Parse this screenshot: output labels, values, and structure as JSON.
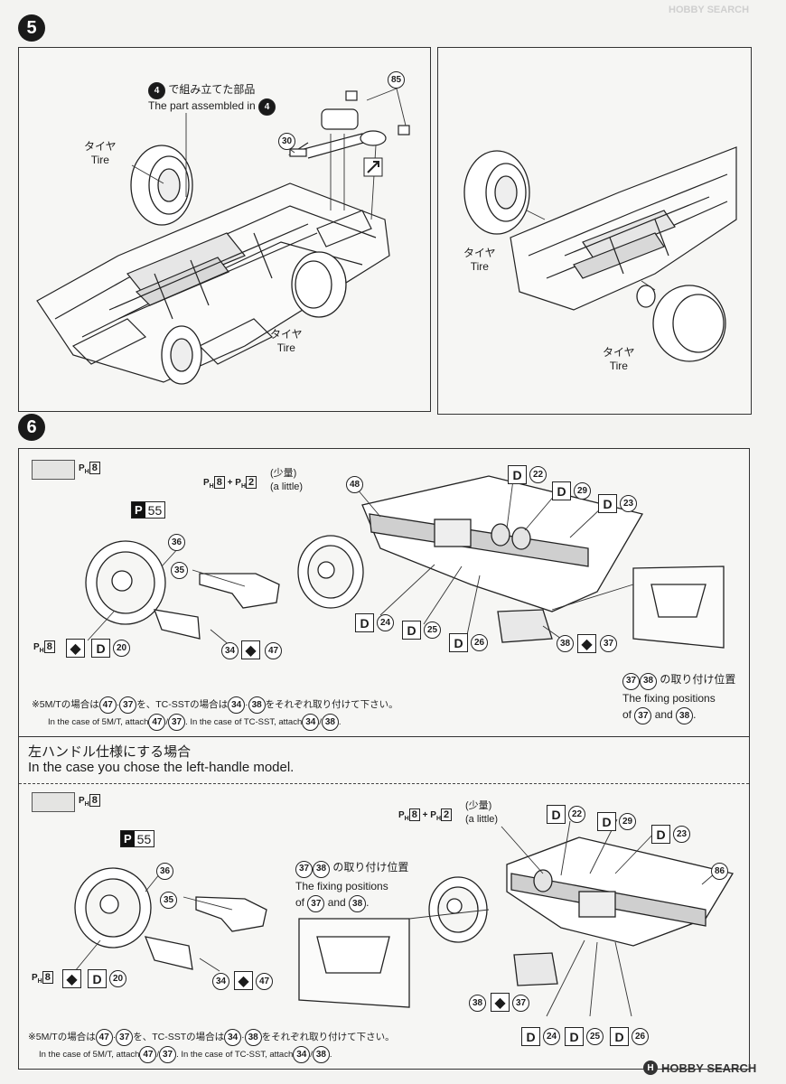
{
  "step5": {
    "badge": "5",
    "part_note_jp": "で組み立てた部品",
    "part_note_en": "The part assembled in",
    "part_ref": "4",
    "callout_85": "85",
    "callout_30": "30",
    "tire_jp": "タイヤ",
    "tire_en": "Tire"
  },
  "step6": {
    "badge": "6",
    "paint_ref": "8",
    "grease_note_refs": [
      "8",
      "2"
    ],
    "grease_little_jp": "(少量)",
    "grease_little_en": "(a little)",
    "decal_55": "55",
    "callouts": {
      "c48": "48",
      "c36": "36",
      "c35": "35",
      "c34": "34",
      "c47": "47",
      "c37": "37",
      "c38": "38"
    },
    "decals": {
      "d20": "20",
      "d22": "22",
      "d23": "23",
      "d24": "24",
      "d25": "25",
      "d26": "26",
      "d29": "29"
    },
    "d_letter": "D",
    "fixing_jp_suffix": "の取り付け位置",
    "fixing_en_1": "The fixing positions",
    "fixing_en_2": "of",
    "fixing_and": "and",
    "note_jp_a": "※5M/Tの場合は",
    "note_jp_b": "を、TC-SSTの場合は",
    "note_jp_c": "をそれぞれ取り付けて下さい。",
    "note_en_a": "In the case of 5M/T, attach",
    "note_en_b": ". In the case of TC-SST, attach",
    "left_handle_jp": "左ハンドル仕様にする場合",
    "left_handle_en": "In the case you chose the left-handle model.",
    "callout_86": "86"
  },
  "watermark": {
    "brand": "HOBBY SEARCH",
    "logo_letter": "H",
    "faint_top": "HOBBY SEARCH"
  }
}
